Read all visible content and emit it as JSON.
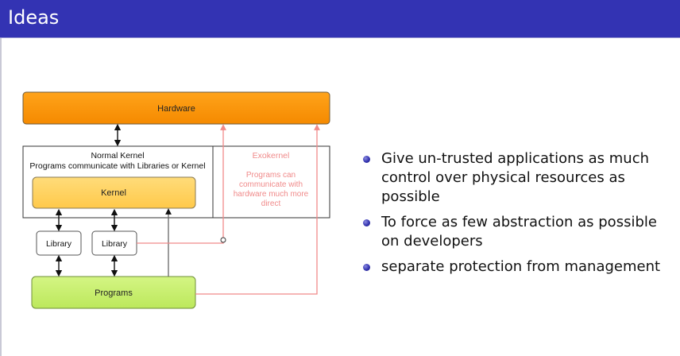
{
  "slide": {
    "title": "Ideas"
  },
  "diagram": {
    "hardware_label": "Hardware",
    "normal_kernel_line1": "Normal Kernel",
    "normal_kernel_line2": "Programs communicate with Libraries or Kernel",
    "kernel_label": "Kernel",
    "exokernel_title": "Exokernel",
    "exokernel_desc": [
      "Programs can",
      "communicate with",
      "hardware much more",
      "direct"
    ],
    "library_left_label": "Library",
    "library_right_label": "Library",
    "programs_label": "Programs"
  },
  "bullets": [
    "Give un-trusted applications as much control over physical resources as possible",
    "To force as few abstraction as possible on developers",
    "separate protection from management"
  ],
  "colors": {
    "title_bar": "#3333b3",
    "hardware": "#ff9600",
    "kernel": "#ffd466",
    "programs": "#c8f06e",
    "exokernel_text": "#f08a8a",
    "bullet": "#3434b0"
  }
}
